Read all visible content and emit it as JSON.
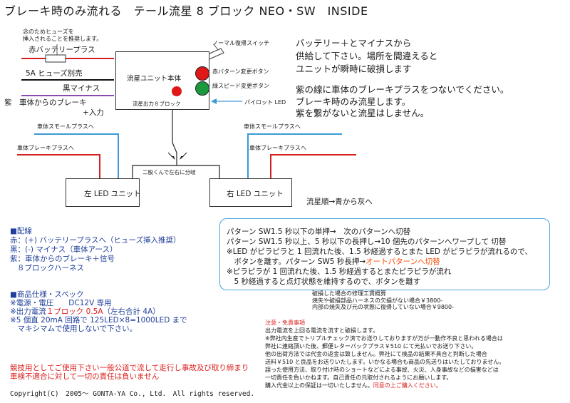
{
  "title": "ブレーキ時のみ流れる　テール流星 8 ブロック NEO・SW　INSIDE",
  "diagram": {
    "fuse_note": [
      "念のためヒューズを",
      "挿入されることを推奨します。"
    ],
    "wires": {
      "red_plus": "赤バッテリープラス",
      "fuse": "5A ヒューズ別売",
      "black_minus": "黒マイナス",
      "purple_line1": "紫　車体からのブレーキ",
      "purple_line2": "+入力"
    },
    "main_unit": "流星ユニット本体",
    "normal_switch": "ノーマル復帰スイッチ",
    "red_button": "赤パターン変更ボタン",
    "green_button": "緑スピード変更ボタン",
    "output": "流星出力８ブロック",
    "pilot_led": "パイロット LED",
    "small_plus_left": "車体スモールプラスへ",
    "small_plus_right": "車体スモールプラスへ",
    "brake_plus_left": "車体ブレーキプラスへ",
    "brake_plus_right": "車体ブレーキプラスへ",
    "split": "二股くんで左右に分岐",
    "left_unit": "左 LED ユニット",
    "right_unit": "右 LED ユニット",
    "flow_order": "流星順→青から灰へ",
    "colors": {
      "red_wire": "#d42020",
      "black_wire": "#111111",
      "purple_wire": "#8a4bb0",
      "blue_wire": "#3a9bd5",
      "red_led": "#e01818",
      "green_led": "#1a9a3a"
    }
  },
  "instructions": {
    "line1": "バッテリー＋とマイナスから",
    "line2": "供給して下さい。場所を間違えると",
    "line3": "ユニットが瞬時に破損します",
    "line4": "紫の線に車体のブレーキプラスをつないでください。",
    "line5": "ブレーキ時のみ流星します。",
    "line6": "紫を繋がないと流星はしません。"
  },
  "wiring": {
    "heading": "■配線",
    "red": "赤：(+) バッテリープラスへ（ヒューズ挿入推奨）",
    "black": "黒：(-) マイナス（車体アース）",
    "purple": "紫：車体からのブレーキ＋信号",
    "harness": "８ブロックハーネス"
  },
  "spec": {
    "heading": "■商品仕様・スペック",
    "voltage": "※電源・電圧　　DC12V 専用",
    "current_prefix": "※出力電流",
    "current_red": "１ブロック 0.5A",
    "current_suffix": "（左右合計 4A）",
    "circuit": "※5 個直 20mA 回路で 125LED×8=1000LED まで",
    "max": "　マキシマムで使用しないで下さい。"
  },
  "pattern": {
    "l1": "パターン SW1.5 秒以下の単押→　次のパターンへ切替",
    "l2": "パターン SW1.5 秒以上、5 秒以下の長押し→10 個先のパターンへワープして 切替",
    "l3": "※LED がピラピラと 1 回流れた後、1.5 秒経過するとまた LED がピラピラが流れるので、",
    "l4_prefix": "　ボタンを離す。パターン SW5 秒長押→",
    "l4_orange": "オートパターンへ切替",
    "l5": "※ピラピラが 1 回流れた後、1.5 秒経過するとまたピラピラが流れ",
    "l6": "　5 秒経過すると点灯状態を維持するので、ボタンを離す"
  },
  "repair": {
    "l1": "破損した場合の修理工賃概算",
    "l2": "焼失や破損部品ハーネスの欠損がない場合￥3800-",
    "l3": "内部の焼失及び元の状態に復帰していない場合￥9800-"
  },
  "disclaimer": {
    "heading": "注意・免責事項",
    "l1": "出力電流を上回る電流を流すと破損します。",
    "l2": "※弊社内生産でトリプルチェック済でお送りしておりますが万が一動作不良と思われる場合は",
    "l3": "弊社に連絡頂いた後、郵便レターパックプラス￥510 にて元払いでお送り下さい。",
    "l4": "他の出荷方法では代金の返金は致しません。弊社にて検品の結果不具合と判断した場合",
    "l5": "送料￥510 と良品をお送りいたします。いかなる場合も商品の先送りはいたしておりません。",
    "l6": "誤った使用方法、取り付け時のショートなどによる事故、火災、人身事故などの損害などは",
    "l7": "一切責任を負いかねます。自己責任の元取付されるようにお願いします。",
    "l8_prefix": "購入代金以上の保証は一切いたしません。",
    "l8_red": "同意の上ご購入ください。"
  },
  "competition": {
    "l1": "競技用としてご使用下さい一般公道で流して走行し事故及び取り締まり",
    "l2": "車検不適合に対して一切の責任は負いません"
  },
  "copyright": "Copyright(C)　2005～ GONTA-YA Co., Ltd.　All rights reserved."
}
